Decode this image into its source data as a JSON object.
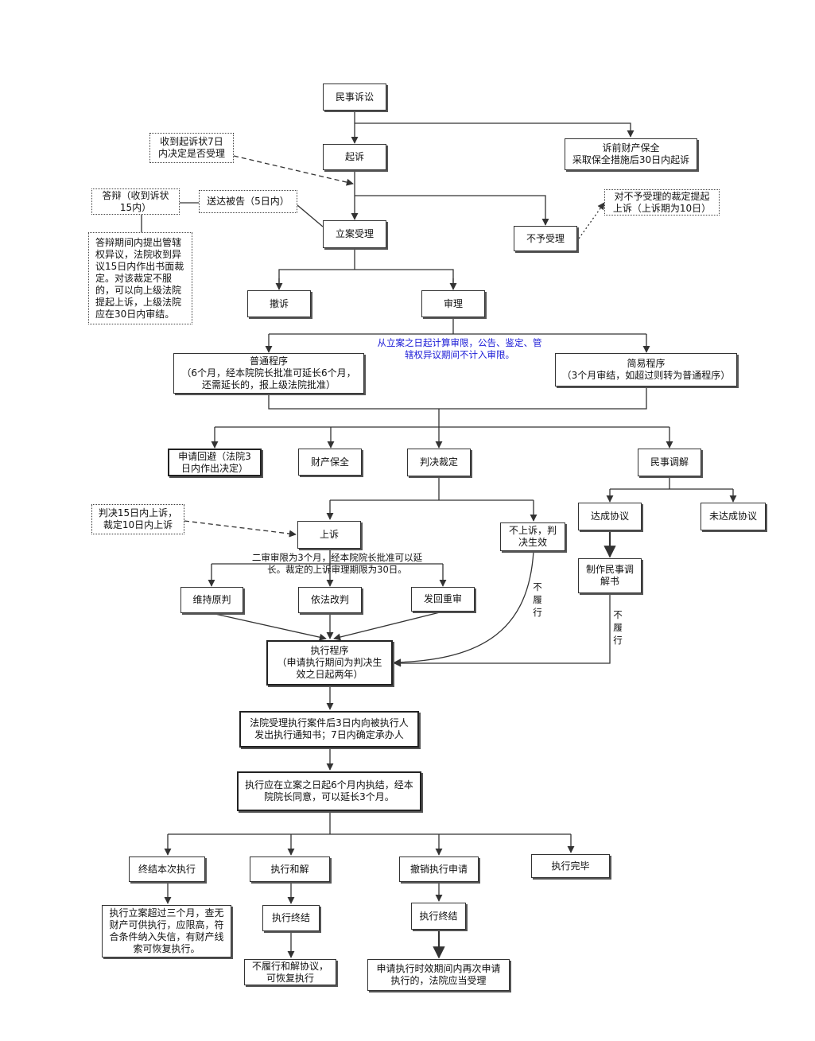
{
  "nodes": {
    "civil_litigation": "民事诉讼",
    "pre_suit_preservation": "诉前财产保全\n采取保全措施后30日内起诉",
    "file_suit": "起诉",
    "acceptance_note": "收到起诉状7日\n内决定是否受理",
    "serve_defendant": "送达被告（5日内）",
    "answer": "答辩（收到诉状\n15内）",
    "jurisdiction_objection": "答辩期间内提出管辖权异议，法院收到异议15日内作出书面裁定。对该裁定不服的，可以向上级法院提起上诉，上级法院应在30日内审结。",
    "case_accepted": "立案受理",
    "not_accepted": "不予受理",
    "appeal_rejection_note": "对不予受理的裁定提起\n上诉（上诉期为10日）",
    "withdraw": "撤诉",
    "trial": "审理",
    "trial_period_note": "从立案之日起计算审限，公告、鉴定、管\n辖权异议期间不计入审限。",
    "ordinary_procedure": "普通程序\n（6个月，经本院院长批准可延长6个月，\n还需延长的，报上级法院批准）",
    "simple_procedure": "简易程序\n（3个月审结，如超过则转为普通程序）",
    "recusal": "申请回避（法院3\n日内作出决定）",
    "property_preservation": "财产保全",
    "judgment_ruling": "判决裁定",
    "civil_mediation": "民事调解",
    "appeal_deadline_note": "判决15日内上诉，\n裁定10日内上诉",
    "appeal": "上诉",
    "no_appeal_effective": "不上诉，判\n决生效",
    "agreement_reached": "达成协议",
    "agreement_not_reached": "未达成协议",
    "mediation_document": "制作民事调\n解书",
    "second_instance_note": "二审审限为3个月，经本院院长批准可以延\n长。裁定的上诉审理期限为30日。",
    "uphold": "维持原判",
    "revise": "依法改判",
    "remand": "发回重审",
    "non_performance_1": "不履行",
    "non_performance_2": "不履行",
    "enforcement_procedure": "执行程序\n（申请执行期间为判决生\n效之日起两年）",
    "enforcement_notice": "法院受理执行案件后3日内向被执行人\n发出执行通知书；7日内确定承办人",
    "enforcement_deadline": "执行应在立案之日起6个月内执结，经本\n院院长同意，可以延长3个月。",
    "terminate_current": "终结本次执行",
    "enforcement_settlement": "执行和解",
    "withdraw_enforcement": "撤销执行申请",
    "enforcement_complete": "执行完毕",
    "terminate_detail": "执行立案超过三个月，查无\n财产可供执行，应限高，符\n合条件纳入失信，有财产线\n索可恢复执行。",
    "enforcement_concluded_1": "执行终结",
    "enforcement_concluded_2": "执行终结",
    "settlement_breach": "不履行和解协议，\n可恢复执行",
    "reapply": "申请执行时效期间内再次申请\n执行的，法院应当受理"
  },
  "colors": {
    "line": "#333333",
    "note_blue": "#1a1ad6"
  }
}
